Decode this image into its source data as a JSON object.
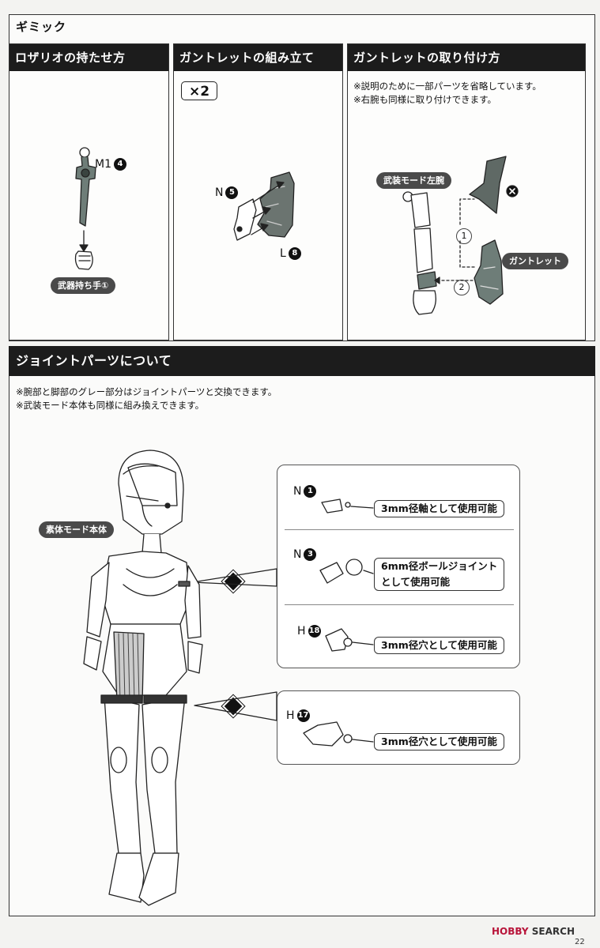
{
  "section_gimmick": {
    "title": "ギミック",
    "rosario": {
      "heading": "ロザリオの持たせ方",
      "part_code": "M1",
      "part_num": "4",
      "hand_label": "武器持ち手①"
    },
    "gauntlet_assembly": {
      "heading": "ガントレットの組み立て",
      "multiplier": "×2",
      "part_n": "N",
      "part_n_num": "5",
      "part_l": "L",
      "part_l_num": "8"
    },
    "gauntlet_attach": {
      "heading": "ガントレットの取り付け方",
      "note1": "※説明のために一部パーツを省略しています。",
      "note2": "※右腕も同様に取り付けできます。",
      "arm_label": "武装モード左腕",
      "gauntlet_label": "ガントレット",
      "step1": "1",
      "step2": "2"
    }
  },
  "section_joint": {
    "heading": "ジョイントパーツについて",
    "note1": "※腕部と脚部のグレー部分はジョイントパーツと交換できます。",
    "note2": "※武装モード本体も同様に組み換えできます。",
    "body_label": "素体モード本体",
    "parts": [
      {
        "code": "N",
        "num": "1",
        "use": "3mm径軸として使用可能"
      },
      {
        "code": "N",
        "num": "3",
        "use_line1": "6mm径ボールジョイント",
        "use_line2": "として使用可能"
      },
      {
        "code": "H",
        "num": "18",
        "use": "3mm径穴として使用可能"
      },
      {
        "code": "H",
        "num": "17",
        "use": "3mm径穴として使用可能"
      }
    ]
  },
  "watermark": {
    "hobby": "HOBBY",
    "search": "SEARCH"
  },
  "page_number": "22"
}
